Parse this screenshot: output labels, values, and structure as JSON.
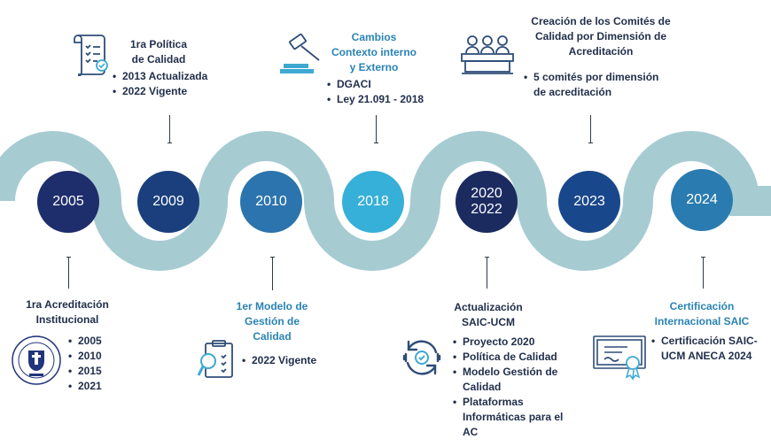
{
  "colors": {
    "wave": "#a6ccd2",
    "c2005": "#1e2d6c",
    "c2009": "#1a3f7c",
    "c2010": "#2c74ad",
    "c2018": "#36b0d8",
    "c2020": "#1b2b60",
    "c2023": "#19478b",
    "c2024": "#2a7bb0",
    "text_blue": "#2a83b3",
    "text_navy": "#1f2e4a"
  },
  "milestones": [
    {
      "id": "m2005",
      "year": "2005",
      "title": "1ra Acreditación\nInstitucional",
      "items": [
        "2005",
        "2010",
        "2015",
        "2021"
      ],
      "icon": "university-seal-icon"
    },
    {
      "id": "m2009",
      "year": "2009",
      "title": "1ra Política\nde Calidad",
      "items": [
        "2013 Actualizada",
        "2022 Vigente"
      ],
      "icon": "policy-scroll-icon"
    },
    {
      "id": "m2010",
      "year": "2010",
      "title": "1er Modelo de\nGestión de\nCalidad",
      "items": [
        "2022 Vigente"
      ],
      "icon": "quality-checklist-icon"
    },
    {
      "id": "m2018",
      "year": "2018",
      "title": "Cambios\nContexto interno\ny Externo",
      "items": [
        "DGACI",
        "Ley 21.091 - 2018"
      ],
      "icon": "gavel-icon"
    },
    {
      "id": "m2020",
      "year": "2020\n2022",
      "title": "Actualización\nSAIC-UCM",
      "items": [
        "Proyecto 2020",
        "Política de Calidad",
        "Modelo Gestión de Calidad",
        "Plataformas Informáticas para el AC"
      ],
      "icon": "refresh-cycle-icon"
    },
    {
      "id": "m2023",
      "year": "2023",
      "title": "Creación de los Comités de\nCalidad por Dimensión de\nAcreditación",
      "items": [
        "5 comités por dimensión de acreditación"
      ],
      "icon": "committee-icon"
    },
    {
      "id": "m2024",
      "year": "2024",
      "title": "Certificación\nInternacional SAIC",
      "items": [
        "Certificación SAIC-UCM ANECA 2024"
      ],
      "icon": "certificate-icon"
    }
  ]
}
